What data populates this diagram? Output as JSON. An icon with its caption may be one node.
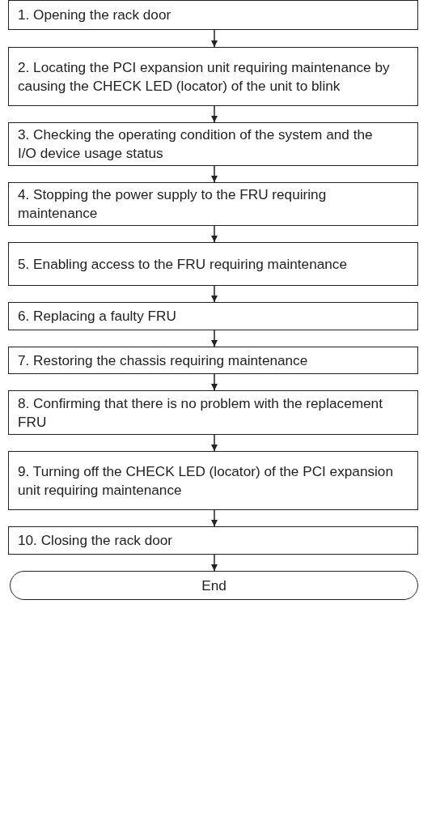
{
  "diagram": {
    "nodes": [
      {
        "text": [
          "1. Opening the rack door"
        ]
      },
      {
        "text": [
          "2. Locating the PCI expansion unit requiring maintenance by causing the CHECK LED (locator) of the unit to blink"
        ]
      },
      {
        "text": [
          "3. Checking the operating condition of the system and the I/O device usage status"
        ]
      },
      {
        "text": [
          "4. Stopping the power supply to the FRU requiring maintenance"
        ]
      },
      {
        "text": [
          "5. Enabling access to the FRU requiring maintenance"
        ]
      },
      {
        "text": [
          "6. Replacing a faulty FRU"
        ]
      },
      {
        "text": [
          "7. Restoring the chassis requiring maintenance"
        ]
      },
      {
        "text": [
          "8. Confirming that there is no problem with the replacement FRU"
        ]
      },
      {
        "text": [
          "9. Turning off the CHECK LED (locator) of the PCI expansion unit requiring maintenance"
        ]
      },
      {
        "text": [
          "10. Closing the rack door"
        ]
      },
      {
        "text": [
          "End"
        ]
      }
    ],
    "edges": [
      {
        "from": 0,
        "to": 1,
        "arrow": "to"
      },
      {
        "from": 1,
        "to": 2,
        "arrow": "to"
      },
      {
        "from": 2,
        "to": 3,
        "arrow": "to"
      },
      {
        "from": 3,
        "to": 4,
        "arrow": "to"
      },
      {
        "from": 4,
        "to": 5,
        "arrow": "to"
      },
      {
        "from": 5,
        "to": 6,
        "arrow": "to"
      },
      {
        "from": 6,
        "to": 7,
        "arrow": "to"
      },
      {
        "from": 7,
        "to": 8,
        "arrow": "to"
      },
      {
        "from": 8,
        "to": 9,
        "arrow": "to"
      },
      {
        "from": 9,
        "to": 10,
        "arrow": "to"
      }
    ]
  }
}
